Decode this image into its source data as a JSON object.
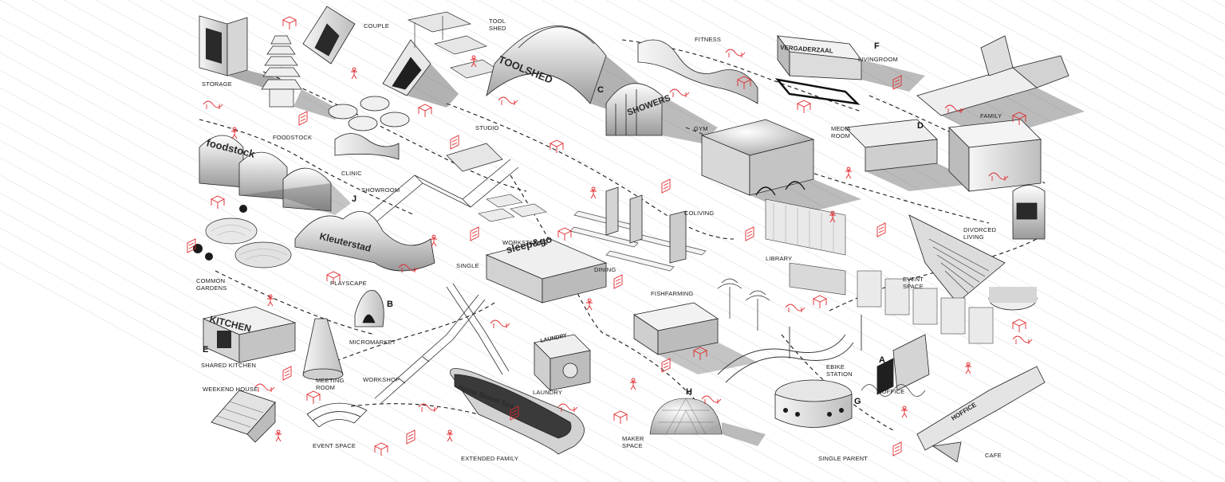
{
  "labels": {
    "storage": "STORAGE",
    "couple": "COUPLE",
    "tool_shed_1": "TOOL",
    "tool_shed_2": "SHED",
    "fitness": "FITNESS",
    "livingroom": "LIVINGROOM",
    "family": "FAMILY",
    "foodstock": "FOODSTOCK",
    "studio": "STUDIO",
    "gym": "GYM",
    "media_room_1": "MEDIA",
    "media_room_2": "ROOM",
    "clinic": "CLINIC",
    "showroom": "SHOWROOM",
    "coliving": "COLIVING",
    "divorced_living_1": "DIVORCED",
    "divorced_living_2": "LIVING",
    "workstation": "WORKSTATION",
    "single": "SINGLE",
    "common_gardens_1": "COMMON",
    "common_gardens_2": "GARDENS",
    "playscape": "PLAYSCAPE",
    "dining": "DINING",
    "library": "LIBRARY",
    "event_space_1": "EVENT",
    "event_space_2": "SPACE",
    "fishfarming": "FISHFARMING",
    "micromarket": "MICROMARKET",
    "shared_kitchen": "SHARED KITCHEN",
    "meeting_room_1": "MEETING",
    "meeting_room_2": "ROOM",
    "ebike_station_1": "EBIKE",
    "ebike_station_2": "STATION",
    "hoffice": "HOFFICE",
    "workshop": "WORKSHOP",
    "laundry": "LAUNDRY",
    "weekend_house": "WEEKEND HOUSE",
    "event_space_bottom": "EVENT SPACE",
    "extended_family": "EXTENDED FAMILY",
    "maker_space_1": "MAKER",
    "maker_space_2": "SPACE",
    "single_parent": "SINGLE PARENT",
    "cafe": "CAFE"
  },
  "zones": {
    "a": "A",
    "b": "B",
    "c": "C",
    "d": "D",
    "e": "E",
    "f": "F",
    "g": "G",
    "h": "H",
    "j": "J"
  },
  "signs": {
    "foodstock": "foodstock",
    "toolshed": "TOOLSHED",
    "showers": "SHOWERS",
    "vergaderzaal": "VERGADERZAAL",
    "kleuterstad": "Kleuterstad",
    "sleep_go": "sleep&go",
    "kitchen": "KITCHEN",
    "home_based_spa": "Home Based Spa",
    "laundry_sign": "LAUNDRY",
    "hoffice_sign": "HOFFICE"
  },
  "colors": {
    "sketch_red": "#e0262b",
    "ink": "#1a1a1a",
    "shadow": "#5a5a5a",
    "volume_light": "#f2f2f2",
    "volume_mid": "#cfcfcf",
    "grid": "#d8d8d8"
  }
}
